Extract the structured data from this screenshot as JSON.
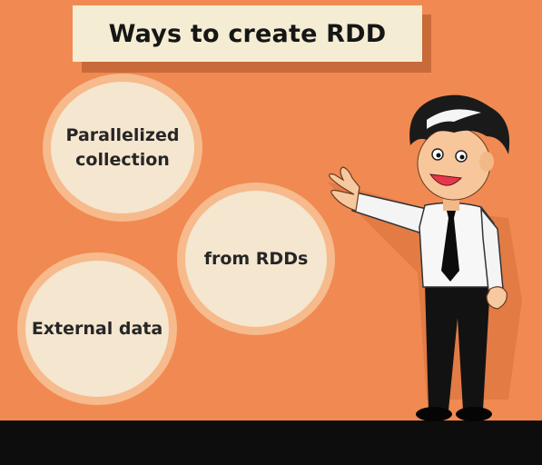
{
  "title": "Ways to create RDD",
  "methods": [
    {
      "label": "Parallelized collection"
    },
    {
      "label": "from RDDs"
    },
    {
      "label": "External data"
    }
  ],
  "colors": {
    "background": "#f08a52",
    "title_box": "#f5edd3",
    "bubble_fill": "#f4e6cf",
    "floor": "#0d0d0d"
  }
}
